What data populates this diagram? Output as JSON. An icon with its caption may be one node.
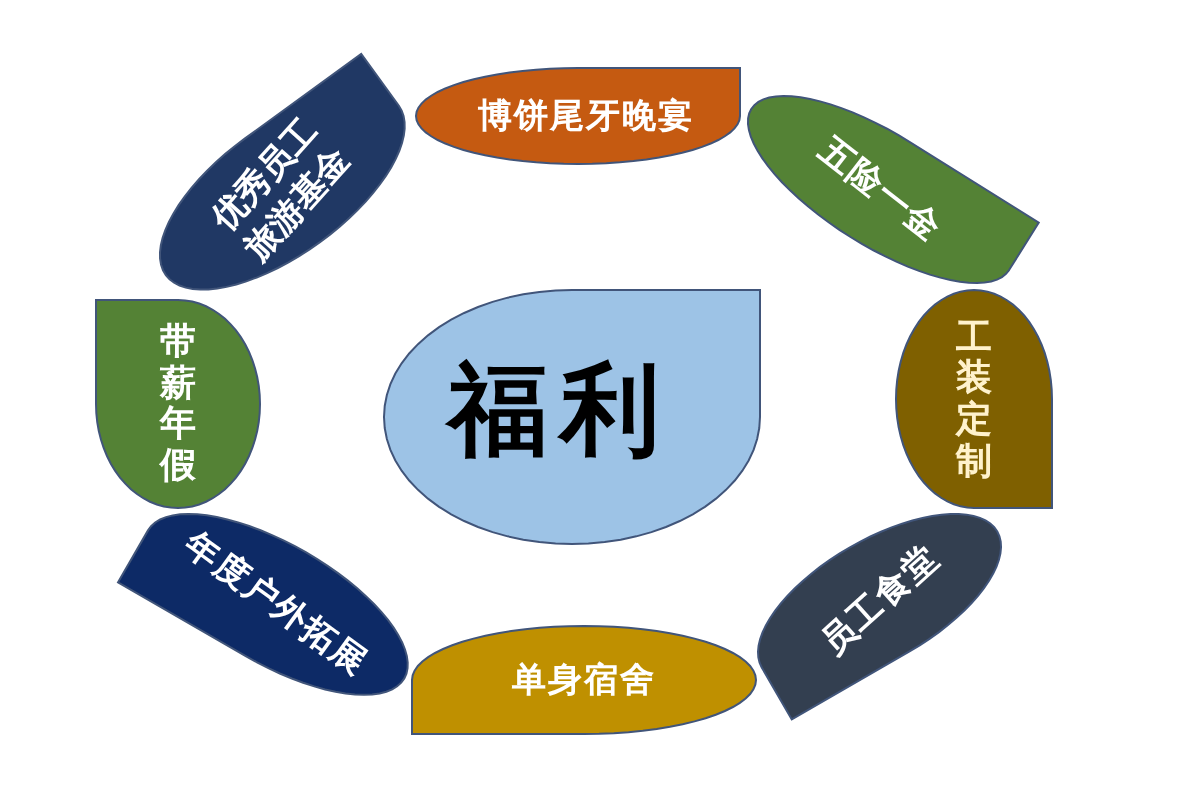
{
  "diagram": {
    "nodes": [
      {
        "text": [
          "福利"
        ]
      },
      {
        "text": [
          "博饼尾牙晚宴"
        ]
      },
      {
        "text": [
          "五险一金"
        ]
      },
      {
        "text": [
          "工装定制"
        ]
      },
      {
        "text": [
          "员工食堂"
        ]
      },
      {
        "text": [
          "单身宿舍"
        ]
      },
      {
        "text": [
          "年度户外拓展"
        ]
      },
      {
        "text": [
          "带薪年假"
        ]
      },
      {
        "text": [
          "优秀员工旅游基金"
        ]
      }
    ]
  }
}
